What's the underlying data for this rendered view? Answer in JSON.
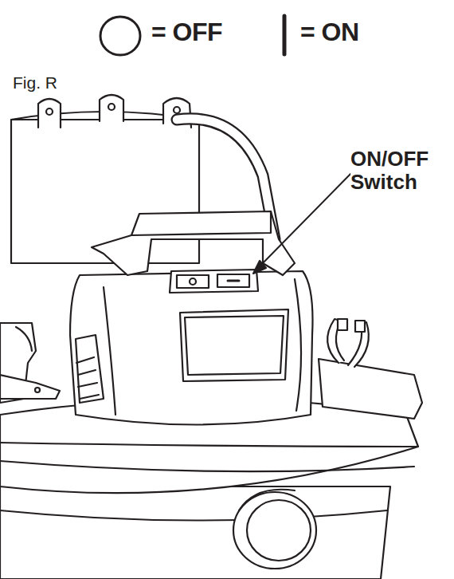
{
  "diagram": {
    "labels": [
      "Fig. R",
      "ON/OFF Switch"
    ],
    "legend": [
      {
        "text": "= OFF"
      },
      {
        "text": "= ON"
      }
    ]
  }
}
